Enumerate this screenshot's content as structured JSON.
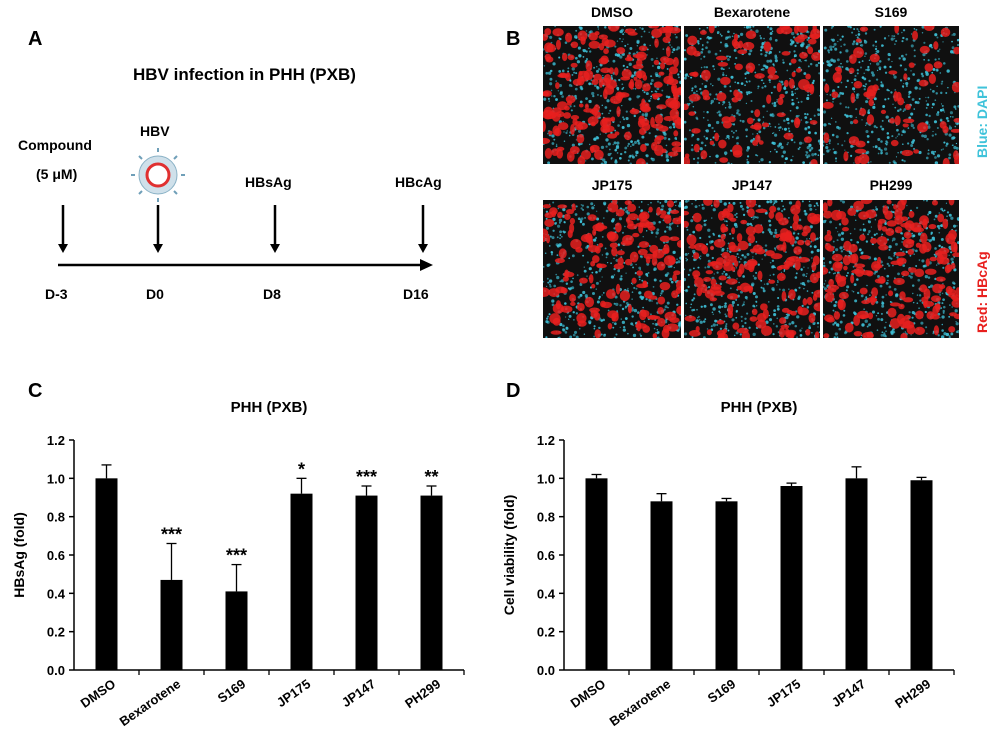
{
  "panels": {
    "A": {
      "letter": "A",
      "title": "HBV infection in PHH (PXB)",
      "compound_line1": "Compound",
      "compound_line2": "(5 μM)",
      "virus_label": "HBV",
      "hbsag_label": "HBsAg",
      "hbcag_label": "HBcAg",
      "days": [
        "D-3",
        "D0",
        "D8",
        "D16"
      ]
    },
    "B": {
      "letter": "B",
      "images": [
        {
          "label": "DMSO",
          "red_level": 0.75
        },
        {
          "label": "Bexarotene",
          "red_level": 0.35
        },
        {
          "label": "S169",
          "red_level": 0.25
        },
        {
          "label": "JP175",
          "red_level": 0.6
        },
        {
          "label": "JP147",
          "red_level": 0.62
        },
        {
          "label": "PH299",
          "red_level": 0.65
        }
      ],
      "blue_label": "Blue: DAPI",
      "red_label": "Red: HBcAg",
      "colors": {
        "blue": "#3fc3da",
        "red": "#e8201e"
      }
    },
    "C": {
      "letter": "C"
    },
    "D": {
      "letter": "D"
    }
  },
  "chart_data": [
    {
      "type": "bar",
      "title": "PHH (PXB)",
      "xlabel": "",
      "ylabel": "HBsAg (fold)",
      "categories": [
        "DMSO",
        "Bexarotene",
        "S169",
        "JP175",
        "JP147",
        "PH299"
      ],
      "values": [
        1.0,
        0.47,
        0.41,
        0.92,
        0.91,
        0.91
      ],
      "errors": [
        0.07,
        0.19,
        0.14,
        0.08,
        0.05,
        0.05
      ],
      "significance": [
        "",
        "***",
        "***",
        "*",
        "***",
        "**"
      ],
      "ylim": [
        0,
        1.2
      ],
      "yticks": [
        "0.0",
        "0.2",
        "0.4",
        "0.6",
        "0.8",
        "1.0",
        "1.2"
      ],
      "grid": false,
      "bar_color": "#000000"
    },
    {
      "type": "bar",
      "title": "PHH (PXB)",
      "xlabel": "",
      "ylabel": "Cell viability (fold)",
      "categories": [
        "DMSO",
        "Bexarotene",
        "S169",
        "JP175",
        "JP147",
        "PH299"
      ],
      "values": [
        1.0,
        0.88,
        0.88,
        0.96,
        1.0,
        0.99
      ],
      "errors": [
        0.02,
        0.04,
        0.015,
        0.015,
        0.06,
        0.015
      ],
      "significance": [
        "",
        "",
        "",
        "",
        "",
        ""
      ],
      "ylim": [
        0,
        1.2
      ],
      "yticks": [
        "0.0",
        "0.2",
        "0.4",
        "0.6",
        "0.8",
        "1.0",
        "1.2"
      ],
      "grid": false,
      "bar_color": "#000000"
    }
  ]
}
